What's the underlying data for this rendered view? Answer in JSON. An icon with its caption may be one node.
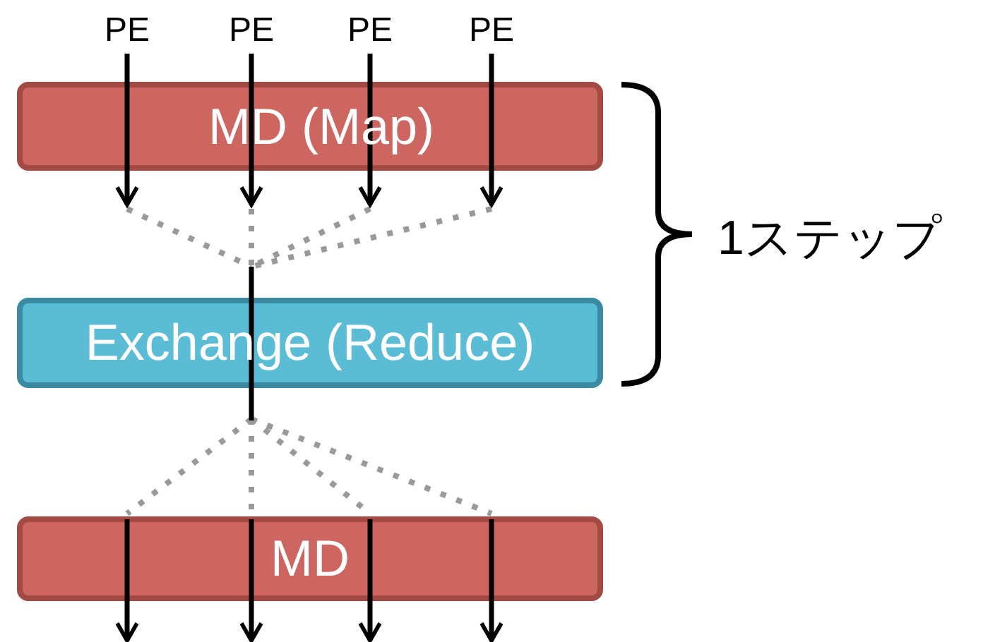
{
  "diagram": {
    "nodes": [
      {
        "text": [
          "PE"
        ]
      },
      {
        "text": [
          "PE"
        ]
      },
      {
        "text": [
          "PE"
        ]
      },
      {
        "text": [
          "PE"
        ]
      },
      {
        "text": [
          "MD (Map)"
        ]
      },
      {
        "text": [
          "Exchange (Reduce)"
        ]
      },
      {
        "text": [
          "MD"
        ]
      }
    ],
    "edges": [
      {
        "from": 0,
        "to": 4,
        "arrow": "to"
      },
      {
        "from": 1,
        "to": 4,
        "arrow": "to"
      },
      {
        "from": 2,
        "to": 4,
        "arrow": "to"
      },
      {
        "from": 3,
        "to": 4,
        "arrow": "to"
      },
      {
        "from": 4,
        "to": 5,
        "arrow": "none",
        "style": "dashed",
        "color": "#999999"
      },
      {
        "from": 4,
        "to": 5,
        "arrow": "none",
        "style": "dashed",
        "color": "#999999"
      },
      {
        "from": 4,
        "to": 5,
        "arrow": "none",
        "style": "dashed",
        "color": "#999999"
      },
      {
        "from": 4,
        "to": 5,
        "arrow": "none",
        "style": "dashed",
        "color": "#999999"
      },
      {
        "from": 5,
        "to": 6,
        "arrow": "none",
        "style": "dashed",
        "color": "#999999"
      },
      {
        "from": 5,
        "to": 6,
        "arrow": "none",
        "style": "dashed",
        "color": "#999999"
      },
      {
        "from": 5,
        "to": 6,
        "arrow": "none",
        "style": "dashed",
        "color": "#999999"
      },
      {
        "from": 5,
        "to": 6,
        "arrow": "none",
        "style": "dashed",
        "color": "#999999"
      },
      {
        "from": 6,
        "to": null,
        "arrow": "to"
      },
      {
        "from": 6,
        "to": null,
        "arrow": "to"
      },
      {
        "from": 6,
        "to": null,
        "arrow": "to"
      },
      {
        "from": 6,
        "to": null,
        "arrow": "to"
      }
    ],
    "labels": [
      "1ステップ"
    ]
  }
}
